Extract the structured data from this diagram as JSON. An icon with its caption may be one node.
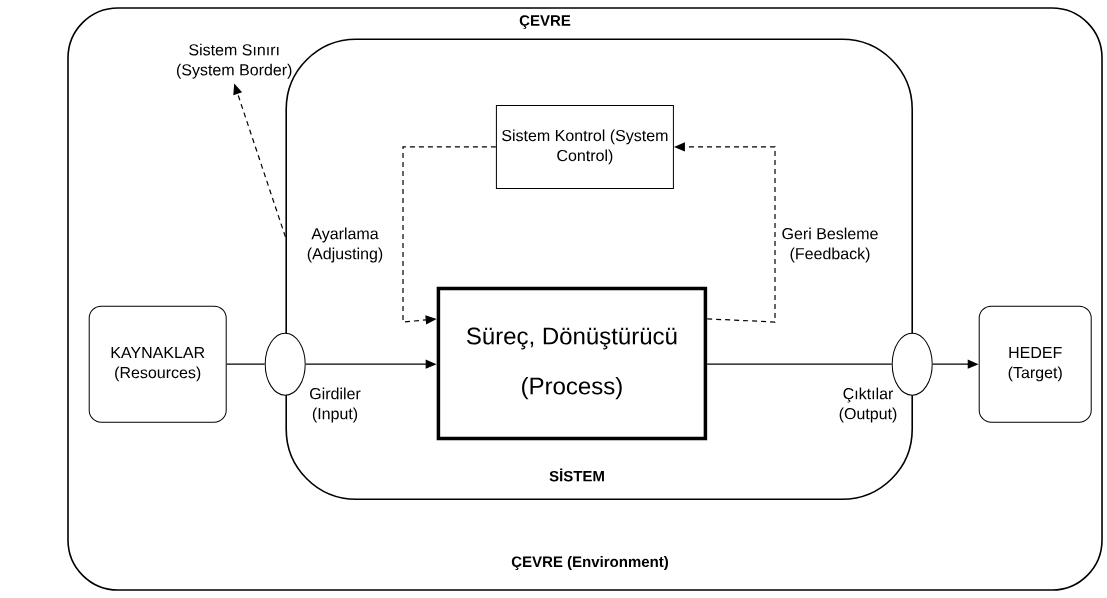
{
  "diagram": {
    "nodes": [
      {
        "text": [
          "ÇEVRE",
          "ÇEVRE (Environment)"
        ]
      },
      {
        "text": [
          "SİSTEM"
        ],
        "in": 0
      },
      {
        "text": [
          "Sistem Kontrol (System Control)"
        ],
        "in": 1
      },
      {
        "text": [
          "Süreç, Dönüştürücü (Process)"
        ],
        "in": 1
      },
      {
        "text": [
          "KAYNAKLAR (Resources)"
        ],
        "in": 0
      },
      {
        "text": [],
        "shape": "circle",
        "in": 0
      },
      {
        "text": [],
        "shape": "circle",
        "in": 0
      },
      {
        "text": [
          "HEDEF (Target)"
        ],
        "in": 0
      },
      {
        "text": [
          "Sistem Sınırı (System Border)"
        ],
        "in": 0
      }
    ],
    "edges": [
      {
        "from": 4,
        "to": 5,
        "arrow": "none"
      },
      {
        "from": 5,
        "to": 3,
        "arrow": "to",
        "label": "Girdiler (Input)"
      },
      {
        "from": 3,
        "to": 6,
        "arrow": "none",
        "label": "Çıktılar (Output)"
      },
      {
        "from": 6,
        "to": 7,
        "arrow": "to"
      },
      {
        "from": 3,
        "to": 2,
        "arrow": "to",
        "style": "dashed",
        "label": "Geri Besleme (Feedback)"
      },
      {
        "from": 2,
        "to": 3,
        "arrow": "to",
        "style": "dashed",
        "label": "Ayarlama (Adjusting)"
      },
      {
        "from": 1,
        "to": 8,
        "arrow": "to",
        "style": "dashed"
      }
    ]
  }
}
